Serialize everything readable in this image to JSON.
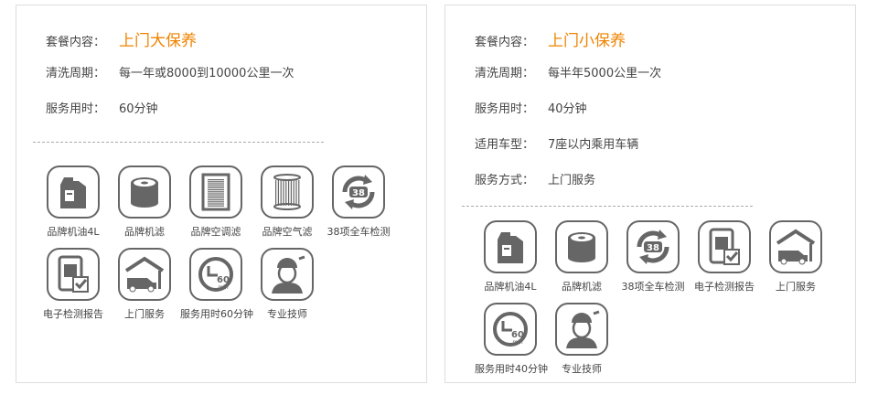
{
  "left": {
    "rows": [
      {
        "k": "套餐内容：",
        "v": "上门大保养"
      },
      {
        "k": "清洗周期：",
        "v": "每一年或8000到10000公里一次"
      },
      {
        "k": "服务用时：",
        "v": "60分钟"
      }
    ],
    "icons": [
      {
        "icon": "oil-icon",
        "label": "品牌机油4L"
      },
      {
        "icon": "oil-filter-icon",
        "label": "品牌机滤"
      },
      {
        "icon": "ac-filter-icon",
        "label": "品牌空调滤"
      },
      {
        "icon": "air-filter-icon",
        "label": "品牌空气滤"
      },
      {
        "icon": "inspection-38-icon",
        "label": "38项全车检测"
      },
      {
        "icon": "report-icon",
        "label": "电子检测报告"
      },
      {
        "icon": "home-service-icon",
        "label": "上门服务"
      },
      {
        "icon": "clock-60-icon",
        "label": "服务用时60分钟"
      },
      {
        "icon": "technician-icon",
        "label": "专业技师"
      }
    ]
  },
  "right": {
    "rows": [
      {
        "k": "套餐内容：",
        "v": "上门小保养"
      },
      {
        "k": "清洗周期：",
        "v": "每半年5000公里一次"
      },
      {
        "k": "服务用时：",
        "v": "40分钟"
      },
      {
        "k": "适用车型：",
        "v": "7座以内乘用车辆"
      },
      {
        "k": "服务方式：",
        "v": "上门服务"
      }
    ],
    "icons": [
      {
        "icon": "oil-icon",
        "label": "品牌机油4L"
      },
      {
        "icon": "oil-filter-icon",
        "label": "品牌机滤"
      },
      {
        "icon": "inspection-38-icon",
        "label": "38项全车检测"
      },
      {
        "icon": "report-icon",
        "label": "电子检测报告"
      },
      {
        "icon": "home-service-icon",
        "label": "上门服务"
      },
      {
        "icon": "clock-60-icon",
        "label": "服务用时40分钟"
      },
      {
        "icon": "technician-icon",
        "label": "专业技师"
      }
    ]
  },
  "colors": {
    "accent": "#f08300",
    "icon": "#666666"
  },
  "icon_texts": {
    "n38": "38",
    "n60": "60",
    "min": "min"
  }
}
